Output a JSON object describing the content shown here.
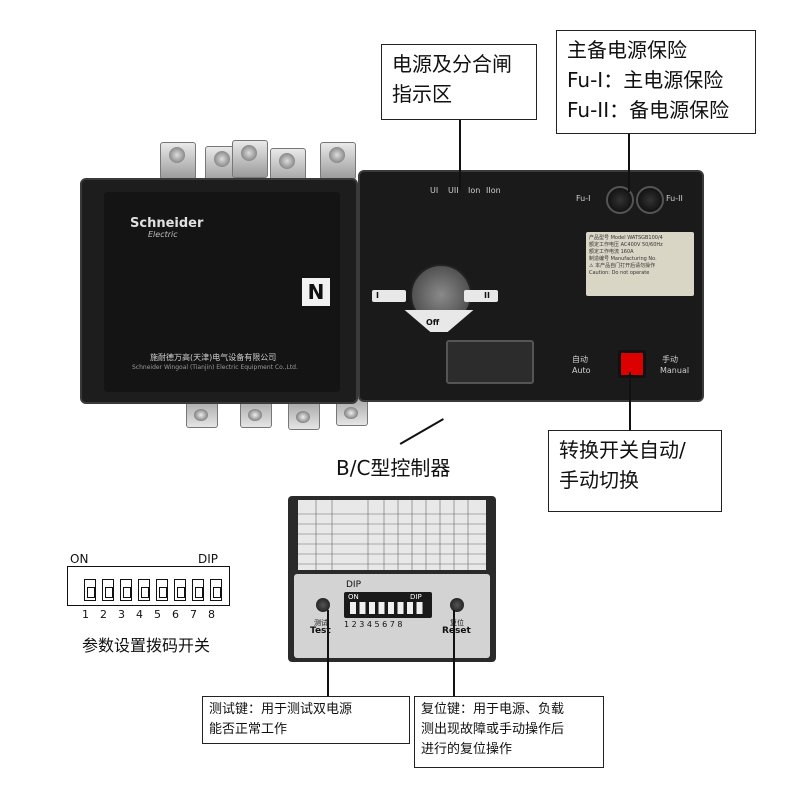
{
  "callouts": {
    "indicator_line1": "电源及分合闸",
    "indicator_line2": "指示区",
    "fuse_line1": "主备电源保险",
    "fuse_line2": "Fu-I：主电源保险",
    "fuse_line3": "Fu-II：备电源保险",
    "controller": "B/C型控制器",
    "switch_line1": "转换开关自动/",
    "switch_line2": "手动切换",
    "dip_caption": "参数设置拨码开关",
    "test_line1": "测试键：用于测试双电源",
    "test_line2": "能否正常工作",
    "reset_line1": "复位键：用于电源、负载",
    "reset_line2": "测出现故障或手动操作后",
    "reset_line3": "进行的复位操作"
  },
  "device": {
    "brand": "Schneider",
    "brand_sub": "Electric",
    "n_label": "N",
    "maker_cn": "施耐德万高(天津)电气设备有限公司",
    "maker_en": "Schneider Wingoal (Tianjin) Electric Equipment Co.,Ltd.",
    "indicators": [
      "UI",
      "UII",
      "Ion",
      "IIon"
    ],
    "fuse1": "Fu-I",
    "fuse2": "Fu-II",
    "handle_left": "I",
    "handle_right": "II",
    "handle_off": "Off",
    "auto_cn": "自动",
    "auto_en": "Auto",
    "manual_cn": "手动",
    "manual_en": "Manual"
  },
  "controller": {
    "dip": "DIP",
    "on": "ON",
    "nums": "1 2 3 4 5 6 7 8",
    "test_cn": "测试",
    "test_en": "Test",
    "reset_cn": "复位",
    "reset_en": "Reset"
  },
  "dip_switch": {
    "on": "ON",
    "dip": "DIP",
    "numbers": [
      "1",
      "2",
      "3",
      "4",
      "5",
      "6",
      "7",
      "8"
    ]
  }
}
